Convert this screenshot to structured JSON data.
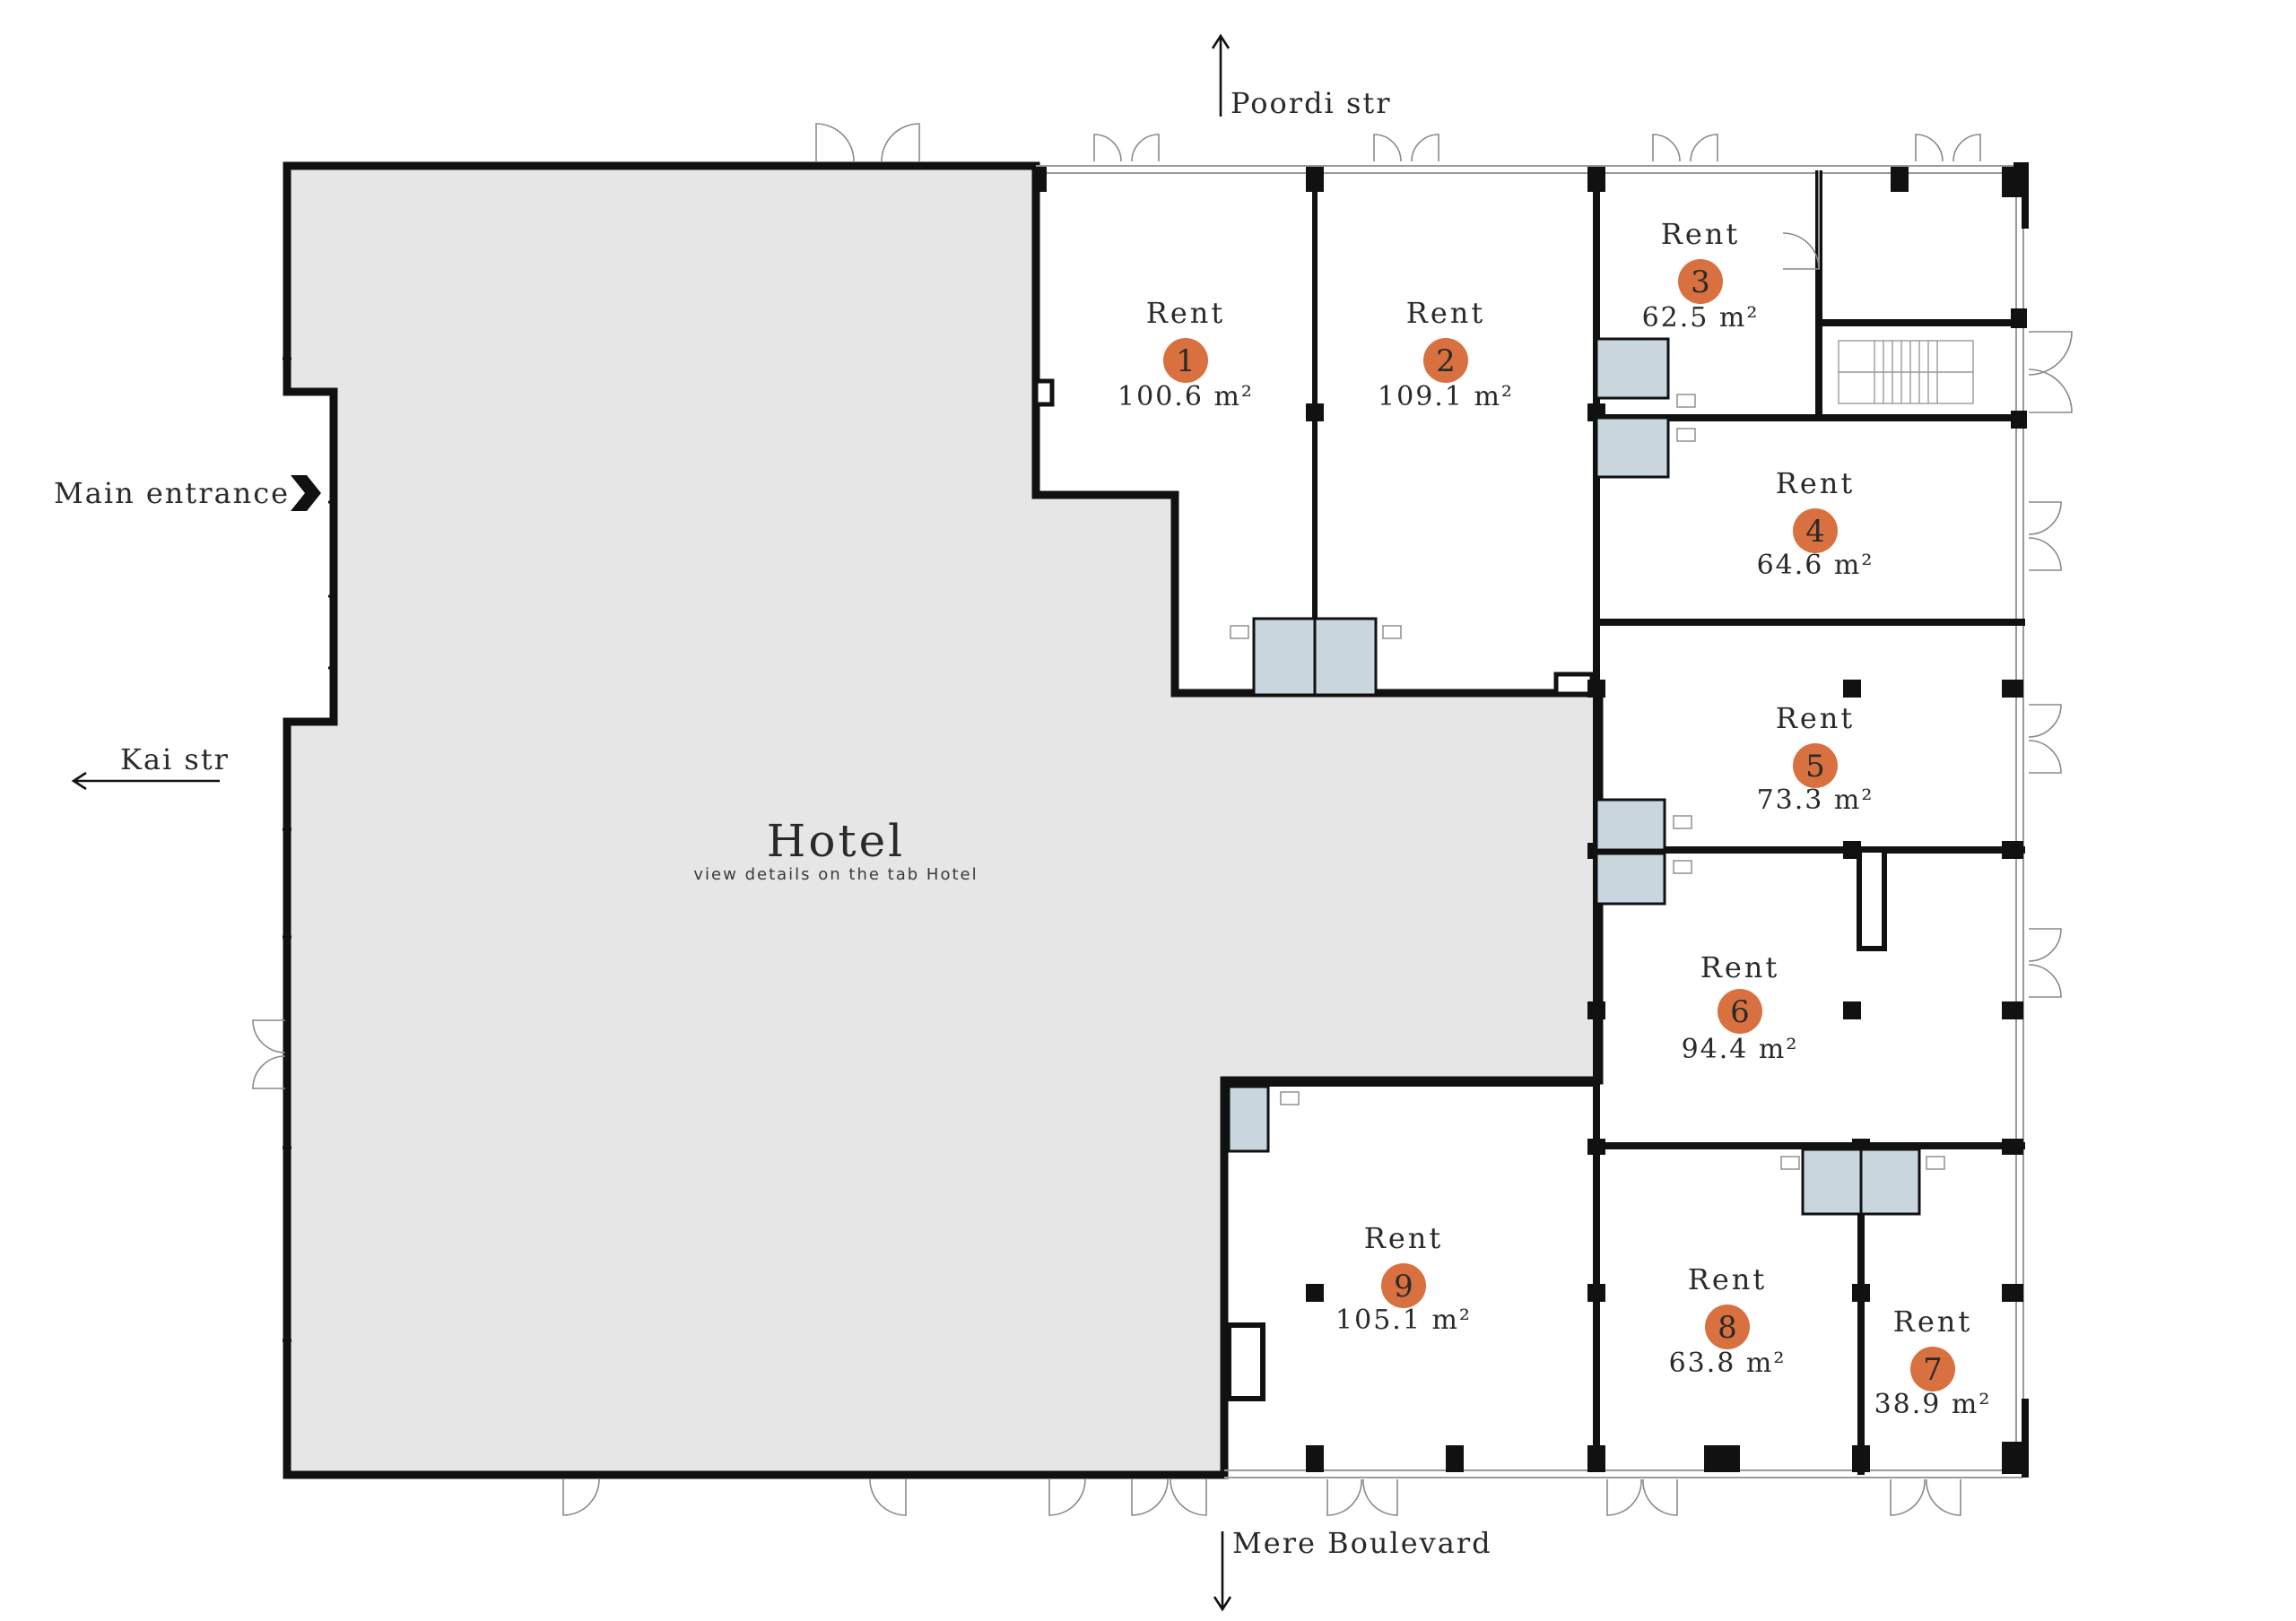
{
  "streets": {
    "north": "Poordi str",
    "west": "Kai str",
    "south": "Mere Boulevard"
  },
  "main_entrance": {
    "label": "Main entrance",
    "icon": "chevron-right-icon"
  },
  "hotel": {
    "title": "Hotel",
    "subtitle": "view details on the tab Hotel"
  },
  "colors": {
    "badge": "#d9703f",
    "hotel_fill": "#e6e6e6",
    "wc_fill": "#c9d6de",
    "wall": "#111111"
  },
  "units": [
    {
      "id": "1",
      "label": "Rent",
      "number": "1",
      "area": "100.6 m²"
    },
    {
      "id": "2",
      "label": "Rent",
      "number": "2",
      "area": "109.1 m²"
    },
    {
      "id": "3",
      "label": "Rent",
      "number": "3",
      "area": "62.5 m²"
    },
    {
      "id": "4",
      "label": "Rent",
      "number": "4",
      "area": "64.6 m²"
    },
    {
      "id": "5",
      "label": "Rent",
      "number": "5",
      "area": "73.3 m²"
    },
    {
      "id": "6",
      "label": "Rent",
      "number": "6",
      "area": "94.4 m²"
    },
    {
      "id": "7",
      "label": "Rent",
      "number": "7",
      "area": "38.9 m²"
    },
    {
      "id": "8",
      "label": "Rent",
      "number": "8",
      "area": "63.8 m²"
    },
    {
      "id": "9",
      "label": "Rent",
      "number": "9",
      "area": "105.1 m²"
    }
  ]
}
